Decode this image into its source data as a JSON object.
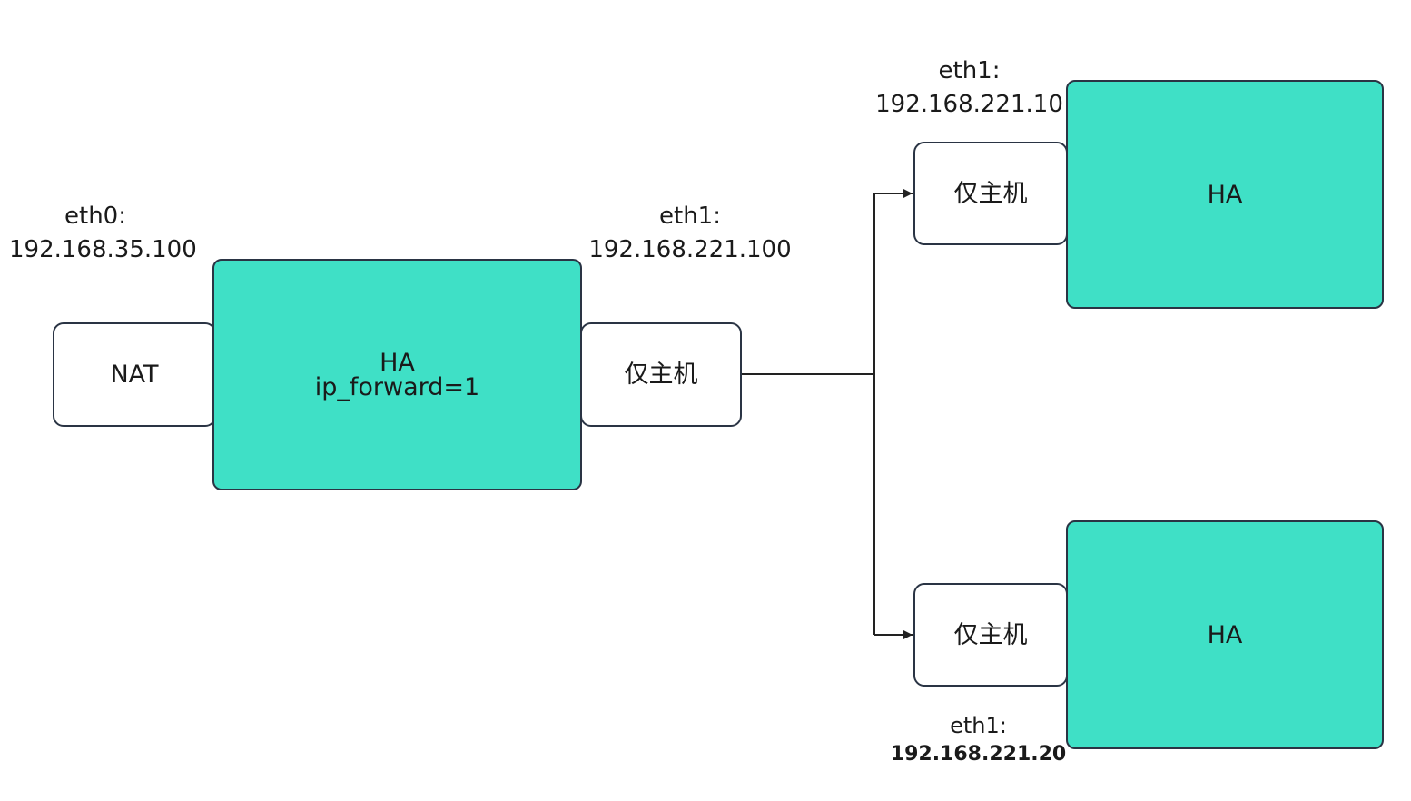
{
  "left": {
    "nat_label": "NAT",
    "host_title": "HA",
    "host_setting": "ip_forward=1",
    "hostonly_label": "仅主机",
    "eth0_name": "eth0:",
    "eth0_ip": "192.168.35.100",
    "eth1_name": "eth1:",
    "eth1_ip": "192.168.221.100"
  },
  "top_right": {
    "hostonly_label": "仅主机",
    "host_title": "HA",
    "eth1_name": "eth1:",
    "eth1_ip": "192.168.221.10"
  },
  "bottom_right": {
    "hostonly_label": "仅主机",
    "host_title": "HA",
    "eth1_name": "eth1:",
    "eth1_ip": "192.168.221.20"
  },
  "colors": {
    "host_fill": "#3fe0c6",
    "nic_fill": "#ffffff",
    "border": "#2a3444",
    "wire": "#222222"
  }
}
